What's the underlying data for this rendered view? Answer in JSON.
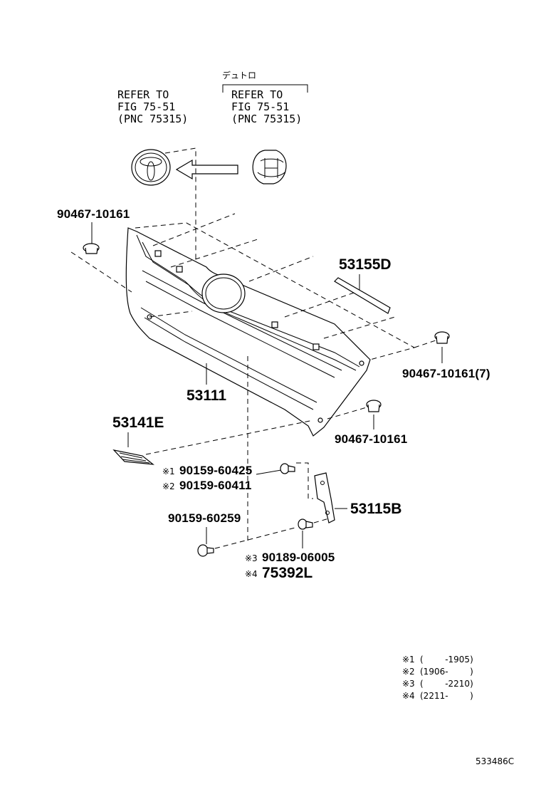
{
  "refer": {
    "left": {
      "line1": "REFER TO",
      "line2": "FIG 75-51",
      "line3": "(PNC 75315)"
    },
    "right": {
      "note": "デュトロ",
      "line1": "REFER TO",
      "line2": "FIG 75-51",
      "line3": "(PNC 75315)"
    }
  },
  "parts": {
    "clip_top_left": "90467-10161",
    "moulding": "53155D",
    "clip_right": "90467-10161(7)",
    "grille": "53111",
    "clip_lower_right": "90467-10161",
    "emblem_lower": "53141E",
    "screw1_mark": "※1",
    "screw1": "90159-60425",
    "screw2_mark": "※2",
    "screw2": "90159-60411",
    "bracket": "53115B",
    "screw3": "90159-60259",
    "bolt_mark": "※3",
    "bolt": "90189-06005",
    "emblem_mark": "※4",
    "emblem_ref": "75392L"
  },
  "notes": [
    {
      "mark": "※1",
      "range": "(        -1905)"
    },
    {
      "mark": "※2",
      "range": "(1906-        )"
    },
    {
      "mark": "※3",
      "range": "(        -2210)"
    },
    {
      "mark": "※4",
      "range": "(2211-        )"
    }
  ],
  "diagram_code": "533486C"
}
